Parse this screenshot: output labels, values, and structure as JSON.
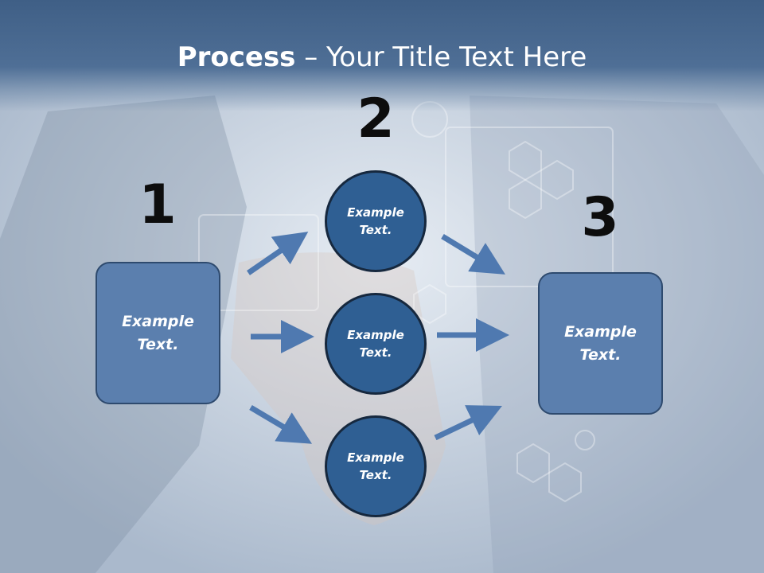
{
  "slide": {
    "title_bold": "Process",
    "title_rest": " – Your Title Text Here",
    "step_numbers": [
      "1",
      "2",
      "3"
    ],
    "left_box": "Example\nText.",
    "right_box": "Example\nText.",
    "circles": [
      "Example\nText.",
      "Example\nText.",
      "Example\nText."
    ],
    "colors": {
      "title_bar": "#3f5f86",
      "box_fill": "#5b7fae",
      "circle_fill": "#2f5f93",
      "arrow": "#4f79b0"
    }
  }
}
